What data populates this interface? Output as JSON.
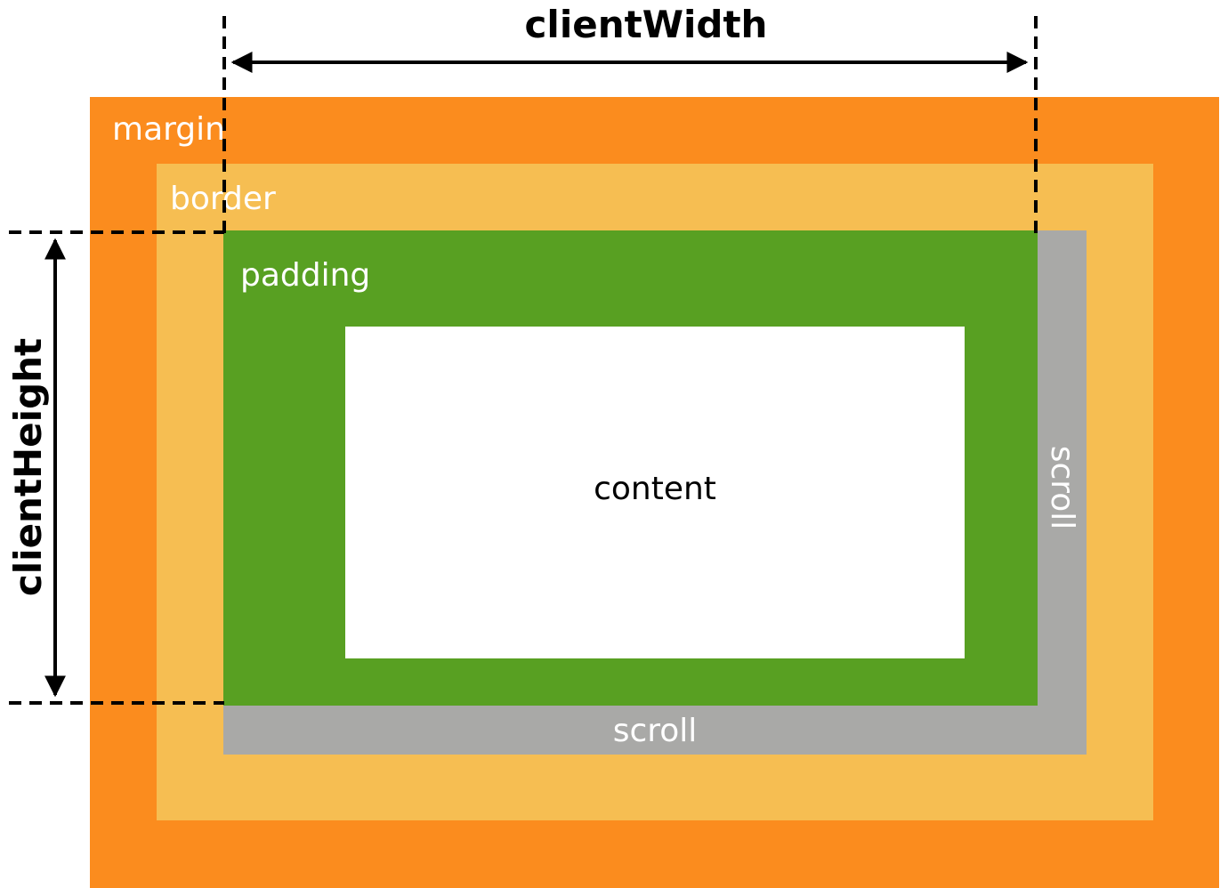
{
  "labels": {
    "margin": "margin",
    "border": "border",
    "padding": "padding",
    "content": "content",
    "scroll_bottom": "scroll",
    "scroll_right": "scroll"
  },
  "dimensions": {
    "width_label": "clientWidth",
    "height_label": "clientHeight"
  },
  "colors": {
    "margin": "#FB8C1E",
    "border": "#F6BE52",
    "padding": "#58A022",
    "content": "#FFFFFF",
    "scroll": "#A9A9A7",
    "annotation": "#000000"
  }
}
